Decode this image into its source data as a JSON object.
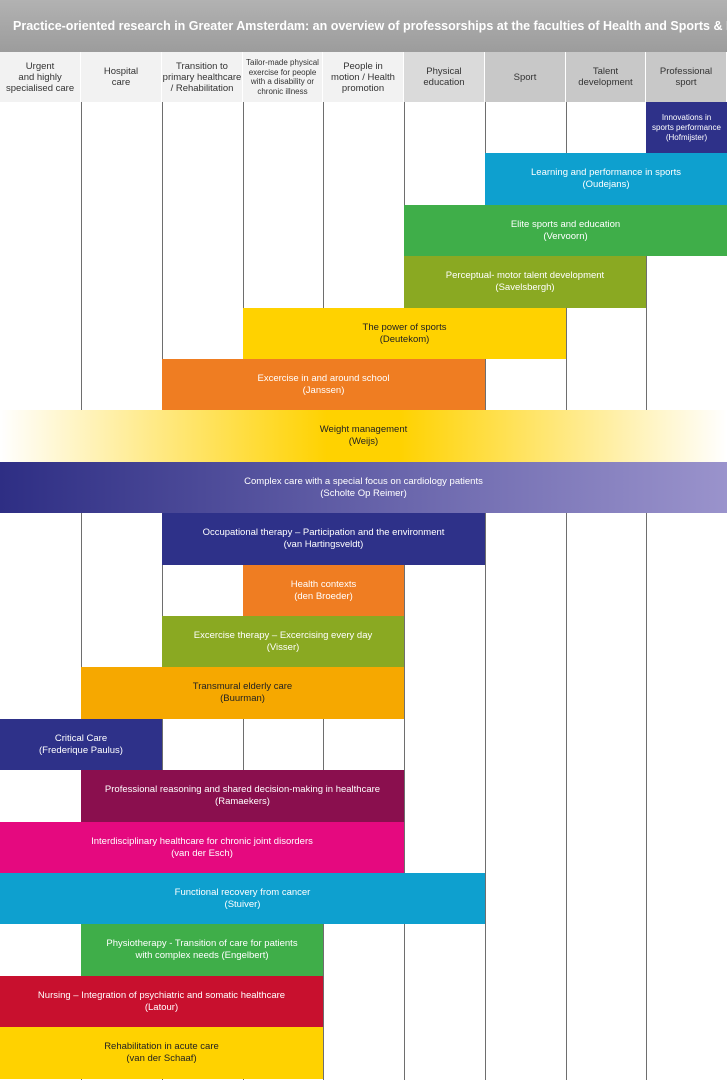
{
  "title": "Practice-oriented research in Greater Amsterdam: an overview of professorships at the faculties of Health and Sports & Nutrition",
  "columns": [
    {
      "lines": [
        "Urgent",
        "and highly",
        "specialised care"
      ],
      "bg": "#f2f2f2",
      "small": false
    },
    {
      "lines": [
        "Hospital",
        "care"
      ],
      "bg": "#f2f2f2",
      "small": false
    },
    {
      "lines": [
        "Transition to",
        "primary healthcare",
        "/ Rehabilitation"
      ],
      "bg": "#f2f2f2",
      "small": false
    },
    {
      "lines": [
        "Tailor-made physical",
        "exercise for people",
        "with a disability or",
        "chronic illness"
      ],
      "bg": "#f2f2f2",
      "small": true
    },
    {
      "lines": [
        "People in",
        "motion / Health",
        "promotion"
      ],
      "bg": "#f2f2f2",
      "small": false
    },
    {
      "lines": [
        "Physical",
        "education"
      ],
      "bg": "#dadada",
      "small": false
    },
    {
      "lines": [
        "Sport"
      ],
      "bg": "#c8c8c8",
      "small": false
    },
    {
      "lines": [
        "Talent",
        "development"
      ],
      "bg": "#c8c8c8",
      "small": false
    },
    {
      "lines": [
        "Professional",
        "sport"
      ],
      "bg": "#c8c8c8",
      "small": false
    }
  ],
  "professorships": [
    {
      "lines": [
        "Innovations in",
        "sports performance",
        "(Hofmijster)"
      ],
      "from": 8,
      "to": 9,
      "color": "#2e3189",
      "small": true
    },
    {
      "lines": [
        "Learning and performance in sports",
        "(Oudejans)"
      ],
      "from": 6,
      "to": 9,
      "color": "#0ea0cf"
    },
    {
      "lines": [
        "Elite sports and education",
        "(Vervoorn)"
      ],
      "from": 5,
      "to": 9,
      "color": "#3fae49"
    },
    {
      "lines": [
        "Perceptual- motor talent development",
        "(Savelsbergh)"
      ],
      "from": 5,
      "to": 8,
      "color": "#8aa922"
    },
    {
      "lines": [
        "The power of sports",
        "(Deutekom)"
      ],
      "from": 3,
      "to": 7,
      "color": "#ffd200",
      "dark": true
    },
    {
      "lines": [
        "Excercise in and around school",
        "(Janssen)"
      ],
      "from": 2,
      "to": 6,
      "color": "#ef7d22"
    },
    {
      "lines": [
        "Weight management",
        "(Weijs)"
      ],
      "from": 0,
      "to": 9,
      "color": "#ffd200",
      "gradient": true,
      "dark": true
    },
    {
      "lines": [
        "Complex care with a special focus on cardiology patients",
        "(Scholte Op Reimer)"
      ],
      "from": 0,
      "to": 9,
      "color": "#2e2e84",
      "gradient_to": "#9a93cc"
    },
    {
      "lines": [
        "Occupational therapy – Participation and the environment",
        "(van Hartingsveldt)"
      ],
      "from": 2,
      "to": 6,
      "color": "#2e3189"
    },
    {
      "lines": [
        "Health contexts",
        "(den Broeder)"
      ],
      "from": 3,
      "to": 5,
      "color": "#ef7d22"
    },
    {
      "lines": [
        "Excercise therapy – Excercising every day",
        "(Visser)"
      ],
      "from": 2,
      "to": 5,
      "color": "#8aa922"
    },
    {
      "lines": [
        "Transmural elderly care",
        "(Buurman)"
      ],
      "from": 1,
      "to": 5,
      "color": "#f6a800",
      "dark": true
    },
    {
      "lines": [
        "Critical Care",
        "(Frederique Paulus)"
      ],
      "from": 0,
      "to": 2,
      "color": "#2e3189"
    },
    {
      "lines": [
        "Professional reasoning and shared decision-making in healthcare",
        "(Ramaekers)"
      ],
      "from": 1,
      "to": 5,
      "color": "#8a0f4e"
    },
    {
      "lines": [
        "Interdisciplinary healthcare for chronic joint disorders",
        "(van der Esch)"
      ],
      "from": 0,
      "to": 5,
      "color": "#e5097f"
    },
    {
      "lines": [
        "Functional recovery from cancer",
        "(Stuiver)"
      ],
      "from": 0,
      "to": 6,
      "color": "#0ea0cf"
    },
    {
      "lines": [
        "Physiotherapy - Transition of care for patients",
        "with complex needs (Engelbert)"
      ],
      "from": 1,
      "to": 4,
      "color": "#3fae49"
    },
    {
      "lines": [
        "Nursing – Integration of psychiatric and somatic healthcare",
        "(Latour)"
      ],
      "from": 0,
      "to": 4,
      "color": "#c8102e"
    },
    {
      "lines": [
        "Rehabilitation in acute care",
        "(van der Schaaf)"
      ],
      "from": 0,
      "to": 4,
      "color": "#ffd200",
      "dark": true
    }
  ]
}
